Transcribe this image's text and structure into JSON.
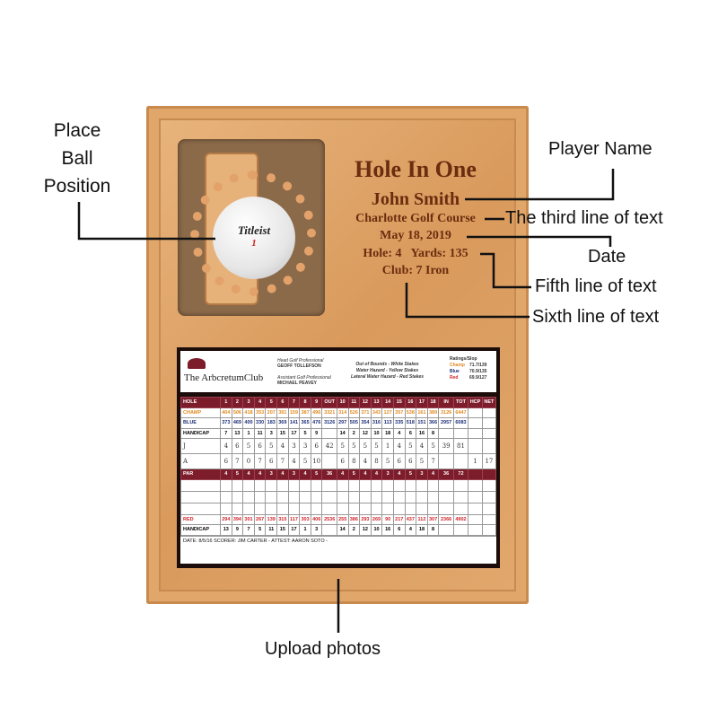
{
  "plaque": {
    "title": "Hole In One",
    "name": "John Smith",
    "course": "Charlotte Golf Course",
    "date": "May 18, 2019",
    "hole_yards": "Hole: 4   Yards: 135",
    "club": "Club: 7 Iron",
    "ball_brand": "Titleist",
    "ball_number": "1"
  },
  "annotations": {
    "ball": "Place Ball Position",
    "player": "Player Name",
    "third": "The third line of text",
    "date": "Date",
    "fifth": "Fifth line of text",
    "sixth": "Sixth line of text",
    "upload": "Upload photos"
  },
  "scorecard": {
    "club": "The ArbcretumClub",
    "pro1_title": "Head Golf Professional",
    "pro1_name": "GEOFF TOLLEFSON",
    "pro2_title": "Assistant Golf Professional",
    "pro2_name": "MICHAEL PEAVEY",
    "rules": [
      "Out of Bounds - White Stakes",
      "Water Hazard - Yellow Stakes",
      "Lateral Water Hazard - Red Stakes"
    ],
    "ratings_title": "Ratings/Slop",
    "ratings": [
      {
        "tee": "Champ",
        "value": "71.7/139",
        "color": "#e08a1e"
      },
      {
        "tee": "Blue",
        "value": "70.9/135",
        "color": "#1d2f7a"
      },
      {
        "tee": "Red",
        "value": "69.9/127",
        "color": "#d0242a"
      }
    ],
    "rows": [
      {
        "cls": "hdr",
        "label": "HOLE",
        "cells": [
          "1",
          "2",
          "3",
          "4",
          "5",
          "6",
          "7",
          "8",
          "9",
          "OUT",
          "10",
          "11",
          "12",
          "13",
          "14",
          "15",
          "16",
          "17",
          "18",
          "IN",
          "TOT",
          "HCP",
          "NET"
        ]
      },
      {
        "cls": "champ",
        "label": "CHAMP",
        "cells": [
          "404",
          "506",
          "418",
          "353",
          "207",
          "391",
          "159",
          "387",
          "496",
          "3321",
          "314",
          "526",
          "371",
          "343",
          "127",
          "357",
          "538",
          "161",
          "389",
          "3126",
          "6447",
          "",
          ""
        ]
      },
      {
        "cls": "blue",
        "label": "BLUE",
        "cells": [
          "373",
          "469",
          "400",
          "330",
          "183",
          "369",
          "141",
          "365",
          "476",
          "3126",
          "297",
          "505",
          "354",
          "316",
          "113",
          "335",
          "518",
          "151",
          "366",
          "2957",
          "6083",
          "",
          ""
        ]
      },
      {
        "cls": "",
        "label": "HANDICAP",
        "cells": [
          "7",
          "13",
          "1",
          "11",
          "3",
          "15",
          "17",
          "5",
          "9",
          "",
          "14",
          "2",
          "12",
          "10",
          "18",
          "4",
          "6",
          "16",
          "8",
          "",
          "",
          "",
          ""
        ]
      },
      {
        "cls": "hand",
        "label": "J",
        "cells": [
          "4",
          "6",
          "5",
          "6",
          "5",
          "4",
          "3",
          "3",
          "6",
          "42",
          "5",
          "5",
          "5",
          "5",
          "1",
          "4",
          "5",
          "4",
          "5",
          "39",
          "81",
          "",
          ""
        ]
      },
      {
        "cls": "hand",
        "label": "A",
        "cells": [
          "6",
          "7",
          "0",
          "7",
          "6",
          "7",
          "4",
          "5",
          "10",
          "",
          "6",
          "8",
          "4",
          "8",
          "5",
          "6",
          "6",
          "5",
          "7",
          "",
          "",
          "1",
          "17"
        ]
      },
      {
        "cls": "hdr",
        "label": "PAR",
        "cells": [
          "4",
          "5",
          "4",
          "4",
          "3",
          "4",
          "3",
          "4",
          "5",
          "36",
          "4",
          "5",
          "4",
          "4",
          "3",
          "4",
          "5",
          "3",
          "4",
          "36",
          "72",
          "",
          ""
        ]
      },
      {
        "cls": "blank",
        "label": "",
        "cells": [
          "",
          "",
          "",
          "",
          "",
          "",
          "",
          "",
          "",
          "",
          "",
          "",
          "",
          "",
          "",
          "",
          "",
          "",
          "",
          "",
          "",
          "",
          ""
        ]
      },
      {
        "cls": "blank",
        "label": "",
        "cells": [
          "",
          "",
          "",
          "",
          "",
          "",
          "",
          "",
          "",
          "",
          "",
          "",
          "",
          "",
          "",
          "",
          "",
          "",
          "",
          "",
          "",
          "",
          ""
        ]
      },
      {
        "cls": "blank",
        "label": "",
        "cells": [
          "",
          "",
          "",
          "",
          "",
          "",
          "",
          "",
          "",
          "",
          "",
          "",
          "",
          "",
          "",
          "",
          "",
          "",
          "",
          "",
          "",
          "",
          ""
        ]
      },
      {
        "cls": "red",
        "label": "RED",
        "cells": [
          "294",
          "394",
          "301",
          "267",
          "139",
          "315",
          "117",
          "303",
          "406",
          "2536",
          "255",
          "386",
          "293",
          "269",
          "90",
          "217",
          "437",
          "112",
          "307",
          "2366",
          "4902",
          "",
          ""
        ]
      },
      {
        "cls": "",
        "label": "HANDICAP",
        "cells": [
          "13",
          "9",
          "7",
          "5",
          "11",
          "15",
          "17",
          "1",
          "3",
          "",
          "14",
          "2",
          "12",
          "10",
          "16",
          "6",
          "4",
          "18",
          "8",
          "",
          "",
          "",
          ""
        ]
      }
    ],
    "footer": "DATE: 8/5/16   SCORER: JIM CARTER -      ATTEST: AARON SOTO -"
  }
}
